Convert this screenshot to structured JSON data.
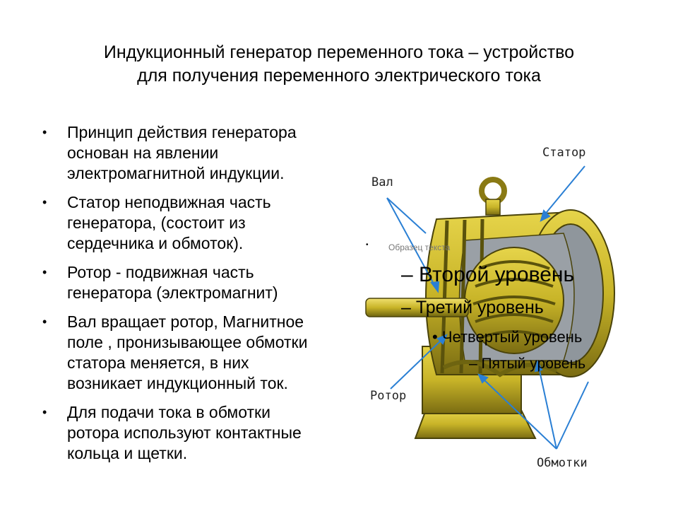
{
  "title": {
    "line1": "Индукционный генератор переменного тока – устройство",
    "line2": "для получения переменного электрического тока"
  },
  "bullets": [
    {
      "lines": [
        "Принцип действия генератора",
        "основан на явлении",
        "электромагнитной индукции."
      ]
    },
    {
      "lines": [
        "Статор неподвижная часть",
        "генератора, (состоит из",
        "сердечника и обмоток)."
      ]
    },
    {
      "lines": [
        "Ротор - подвижная часть",
        "генератора (электромагнит)"
      ]
    },
    {
      "lines": [
        "Вал вращает ротор, Магнитное",
        "поле , пронизывающее обмотки",
        "статора меняется, в них",
        "возникает индукционный ток."
      ]
    },
    {
      "lines": [
        "Для подачи тока в обмотки",
        "ротора используют контактные",
        "кольца и щетки."
      ]
    }
  ],
  "bullet_glyph": "•",
  "figure": {
    "labels": {
      "stator": "Статор",
      "shaft": "Вал",
      "rotor": "Ротор",
      "windings": "Обмотки"
    },
    "colors": {
      "metal": "#c8b428",
      "metal_dark": "#6e6410",
      "arrow": "#2a7fd4",
      "interior": "#9aa0a6"
    }
  },
  "placeholder": {
    "level1_bullet": "•",
    "level1": "Образец текста",
    "level2": "– Второй уровень",
    "level3": "– Третий уровень",
    "level4": "• Четвертый уровень",
    "level5": "– Пятый уровень"
  }
}
